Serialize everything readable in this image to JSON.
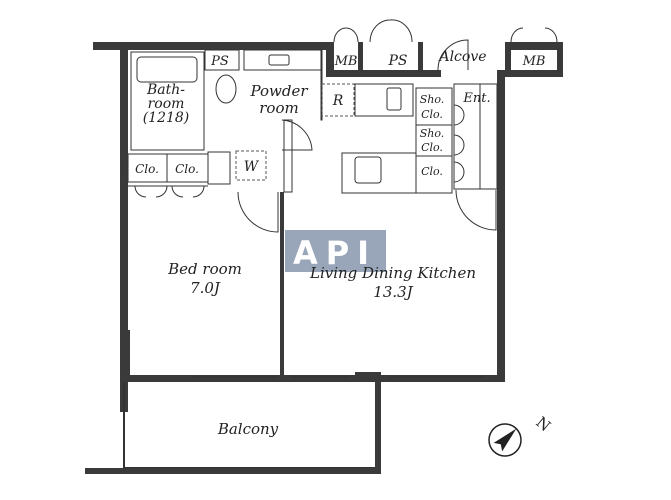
{
  "rooms": {
    "ps_top": "PS",
    "bathroom": [
      "Bath-",
      "room",
      "(1218)"
    ],
    "powder_room": [
      "Powder",
      "room"
    ],
    "mb_left": "MB",
    "ps_right": "PS",
    "alcove": "Alcove",
    "mb_right": "MB",
    "refrigerator": "R",
    "shoe_closet_1": [
      "Sho.",
      "Clo."
    ],
    "entrance": "Ent.",
    "shoe_closet_2": [
      "Sho.",
      "Clo."
    ],
    "closet_ent": "Clo.",
    "closet_1": "Clo.",
    "closet_2": "Clo.",
    "washer": "W",
    "bedroom": [
      "Bed room",
      "7.0J"
    ],
    "ldk": [
      "Living Dining Kitchen",
      "13.3J"
    ],
    "balcony": "Balcony"
  },
  "watermark": "API",
  "compass": "N",
  "colors": {
    "wall": "#3a3a3a",
    "watermark": "#8796ad"
  }
}
